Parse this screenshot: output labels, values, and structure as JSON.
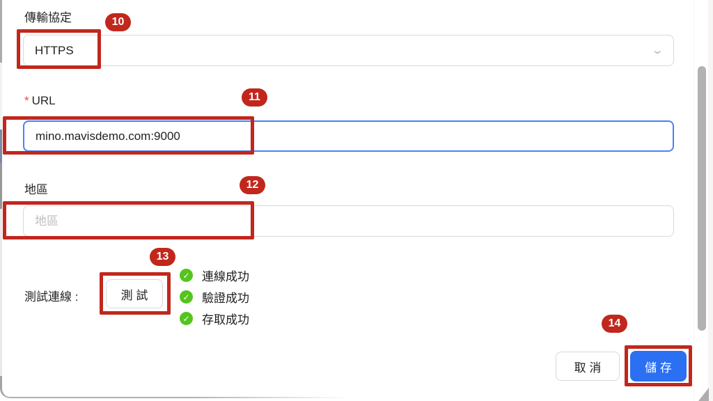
{
  "colors": {
    "annotation_red": "#c1271c",
    "primary_blue": "#2b6ff2",
    "focus_border_blue": "#4a80f5",
    "success_green": "#54c41e"
  },
  "dialog": {
    "protocol_field": {
      "label": "傳輸協定",
      "value": "HTTPS"
    },
    "url_field": {
      "required_marker": "*",
      "label": "URL",
      "value": "mino.mavisdemo.com:9000"
    },
    "region_field": {
      "label": "地區",
      "placeholder": "地區",
      "value": ""
    },
    "test_row": {
      "label": "測試連線 :",
      "button_label": "測 試",
      "results": [
        {
          "text": "連線成功"
        },
        {
          "text": "驗證成功"
        },
        {
          "text": "存取成功"
        }
      ]
    },
    "footer": {
      "cancel_label": "取 消",
      "save_label": "儲 存"
    }
  },
  "annotations": {
    "marks": [
      {
        "label": "10"
      },
      {
        "label": "11"
      },
      {
        "label": "12"
      },
      {
        "label": "13"
      },
      {
        "label": "14"
      }
    ]
  },
  "icons": {
    "chevron_down": "⌄",
    "check": "✓"
  }
}
